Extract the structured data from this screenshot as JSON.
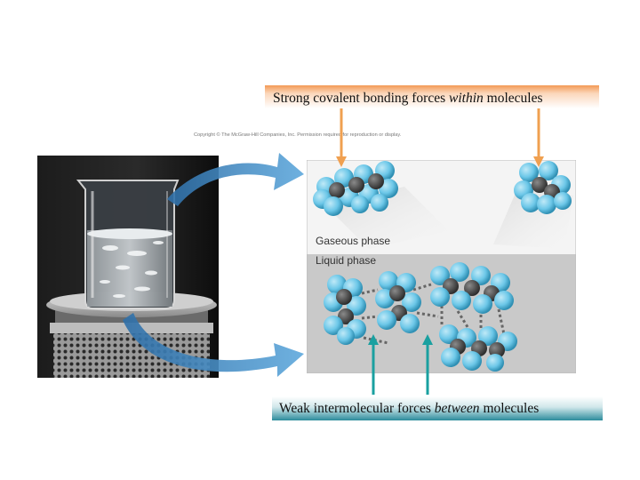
{
  "labels": {
    "top_prefix": "Strong covalent bonding forces ",
    "top_emphasis": "within",
    "top_suffix": " molecules",
    "bottom_prefix": "Weak intermolecular forces ",
    "bottom_emphasis": "between",
    "bottom_suffix": " molecules"
  },
  "copyright": "Copyright © The McGraw-Hill Companies, Inc. Permission required for reproduction or display.",
  "panel": {
    "gaseous_phase": "Gaseous phase",
    "liquid_phase": "Liquid phase"
  },
  "colors": {
    "orange_arrow": "#f0a050",
    "teal_arrow": "#1aa0a0",
    "blue_curved_arrow": "#4a90c8",
    "hydrogen_atom": "#6cc7e8",
    "carbon_atom": "#4a4a4a",
    "gas_background": "#f4f4f4",
    "liquid_background": "#c9c9c9"
  }
}
